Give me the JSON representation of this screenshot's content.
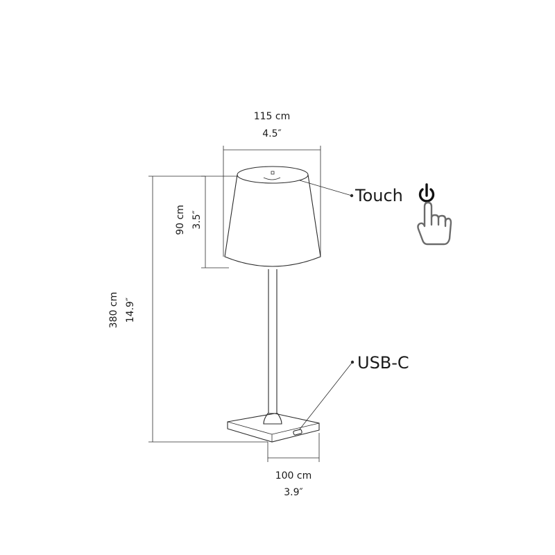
{
  "dimensions": {
    "shade_width": {
      "metric": "115 cm",
      "imperial": "4.5″"
    },
    "shade_height": {
      "metric": "90 cm",
      "imperial": "3.5″"
    },
    "total_height": {
      "metric": "380 cm",
      "imperial": "14.9″"
    },
    "base_width": {
      "metric": "100 cm",
      "imperial": "3.9″"
    }
  },
  "callouts": {
    "touch": {
      "label": "Touch",
      "icon": "power-icon",
      "gesture_icon": "hand-pointer-icon"
    },
    "usb": {
      "label": "USB-C"
    }
  },
  "colors": {
    "line": "#2a2a2a",
    "icon_gray": "#6b6b6b",
    "text": "#1a1a1a"
  }
}
